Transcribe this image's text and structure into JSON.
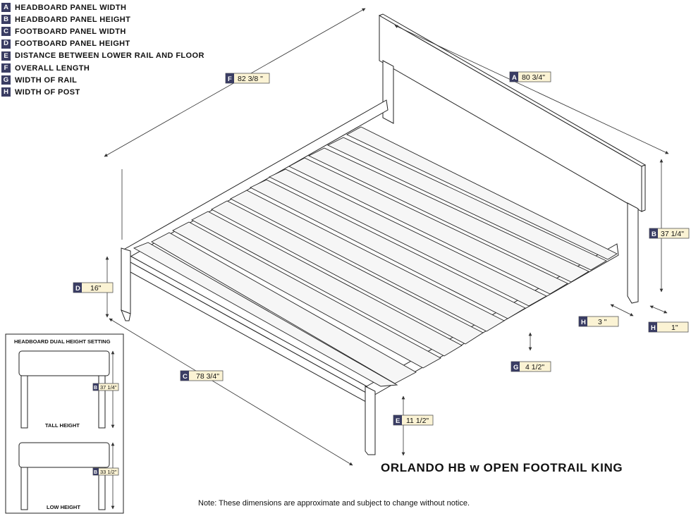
{
  "legend": [
    {
      "key": "A",
      "label": "HEADBOARD PANEL WIDTH"
    },
    {
      "key": "B",
      "label": "HEADBOARD PANEL HEIGHT"
    },
    {
      "key": "C",
      "label": "FOOTBOARD PANEL WIDTH"
    },
    {
      "key": "D",
      "label": "FOOTBOARD PANEL HEIGHT"
    },
    {
      "key": "E",
      "label": "DISTANCE BETWEEN LOWER RAIL AND FLOOR"
    },
    {
      "key": "F",
      "label": "OVERALL LENGTH"
    },
    {
      "key": "G",
      "label": "WIDTH OF RAIL"
    },
    {
      "key": "H",
      "label": "WIDTH OF POST"
    }
  ],
  "dimensions": {
    "A": {
      "key": "A",
      "value": "80 3/4\""
    },
    "B": {
      "key": "B",
      "value": "37 1/4\""
    },
    "C": {
      "key": "C",
      "value": "78 3/4\""
    },
    "D": {
      "key": "D",
      "value": "16\""
    },
    "E": {
      "key": "E",
      "value": "11 1/2\""
    },
    "F": {
      "key": "F",
      "value": "82 3/8 \""
    },
    "G": {
      "key": "G",
      "value": "4 1/2\""
    },
    "H1": {
      "key": "H",
      "value": "3  \""
    },
    "H2": {
      "key": "H",
      "value": "1\""
    }
  },
  "inset": {
    "title": "HEADBOARD DUAL HEIGHT SETTING",
    "tall": {
      "key": "B",
      "value": "37 1/4\"",
      "label": "TALL HEIGHT"
    },
    "low": {
      "key": "B",
      "value": "33 1/2\"",
      "label": "LOW HEIGHT"
    }
  },
  "title": "ORLANDO HB w OPEN FOOTRAIL KING",
  "note": "Note: These dimensions are approximate and subject to change without notice."
}
